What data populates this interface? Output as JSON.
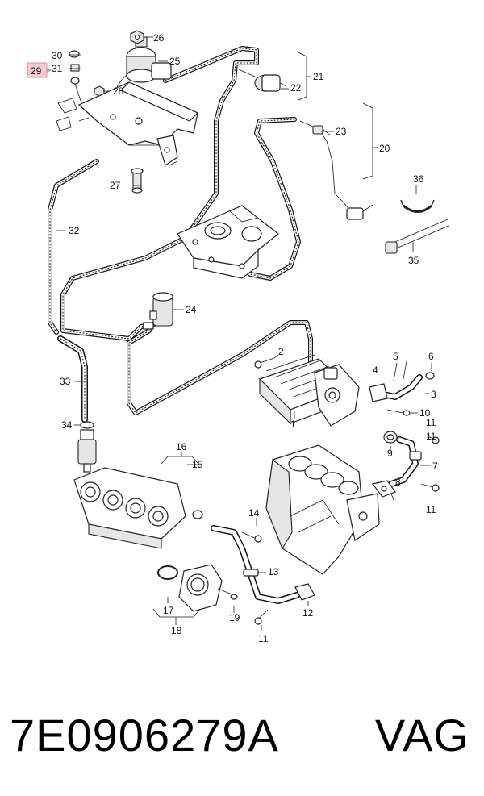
{
  "diagram": {
    "callouts": [
      "1",
      "2",
      "3",
      "4",
      "5",
      "6",
      "7",
      "8",
      "9",
      "10",
      "11",
      "11",
      "11",
      "11",
      "12",
      "13",
      "14",
      "15",
      "16",
      "17",
      "18",
      "19",
      "20",
      "21",
      "22",
      "23",
      "24",
      "25",
      "26",
      "27",
      "28",
      "29",
      "30",
      "31",
      "32",
      "33",
      "34",
      "35",
      "36"
    ],
    "highlighted_callout": "29",
    "highlight_color": "#f4c9cf"
  },
  "footer": {
    "part_number": "7E0906279A",
    "brand": "VAG"
  }
}
